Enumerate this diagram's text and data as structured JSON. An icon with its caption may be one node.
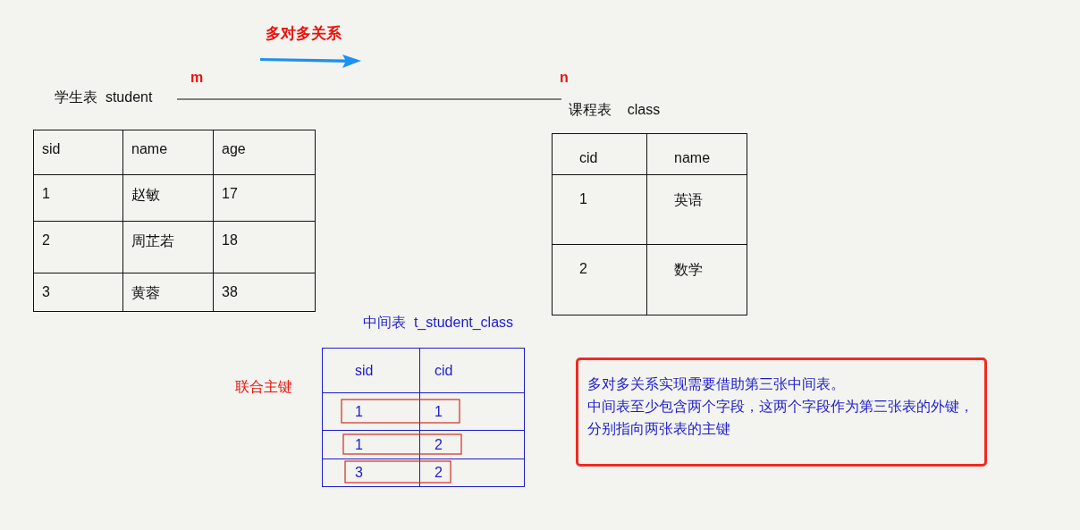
{
  "diagram": {
    "title": "多对多关系",
    "nodes": [
      {
        "text": [
          "学生表  student"
        ]
      },
      {
        "text": [
          "课程表    class"
        ]
      },
      {
        "text": [
          "sid",
          "name",
          "age",
          "1",
          "赵敏",
          "17",
          "2",
          "周芷若",
          "18",
          "3",
          "黄蓉",
          "38"
        ]
      },
      {
        "text": [
          "cid",
          "name",
          "1",
          "英语",
          "2",
          "数学"
        ]
      },
      {
        "text": [
          "sid",
          "cid",
          "1",
          "1",
          "1",
          "2",
          "3",
          "2"
        ],
        "beside": [
          "中间表  t_student_class"
        ]
      },
      {
        "text": [
          "多对多关系实现需要借助第三张中间表。",
          "中间表至少包含两个字段，这两个字段作为第三张表的外键，分别指向两张表的主键"
        ]
      }
    ],
    "edges": [
      {
        "from": 0,
        "to": 1,
        "arrow": "none"
      }
    ],
    "labels": [
      "m",
      "n",
      "联合主键"
    ]
  }
}
